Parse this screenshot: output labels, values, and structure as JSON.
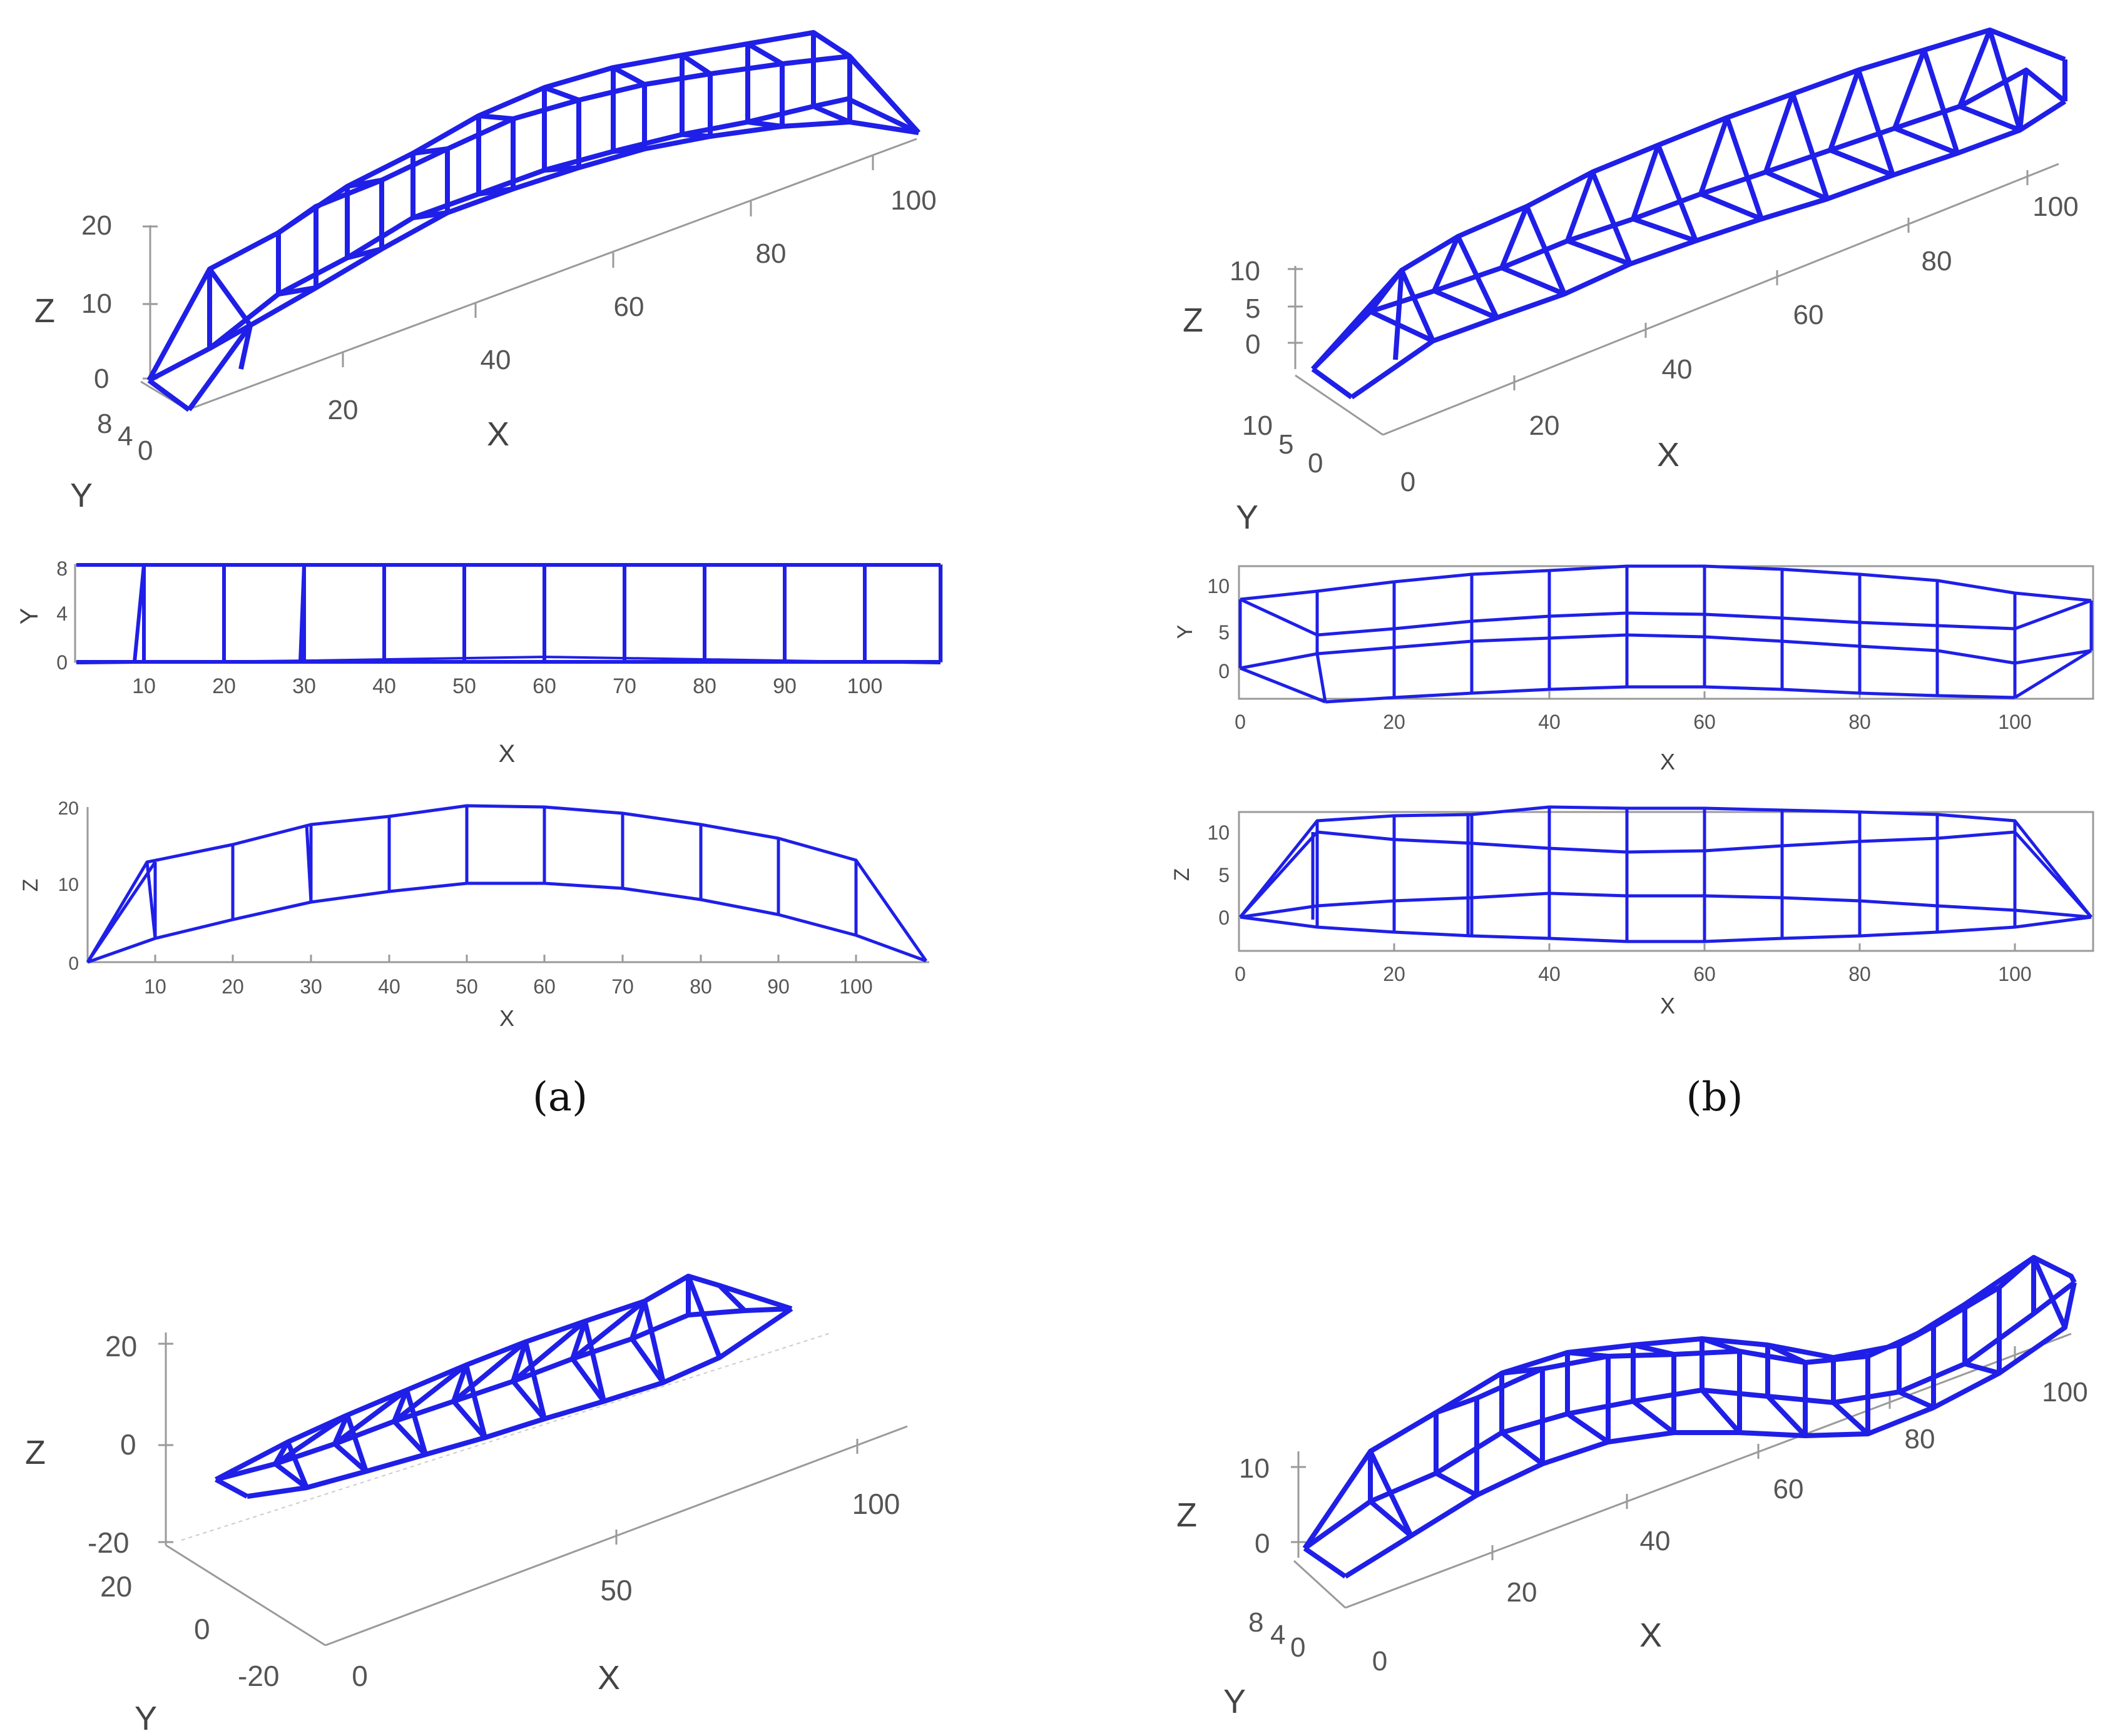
{
  "figure": {
    "line_color": "#1f1fe8",
    "axis_color": "#9a9a9a",
    "captions": [
      "(a)",
      "(b)"
    ]
  },
  "panels": [
    {
      "id": "a-3d",
      "view": "3d",
      "axis_labels": {
        "x": "X",
        "y": "Y",
        "z": "Z"
      },
      "x_ticks": [
        "20",
        "40",
        "60",
        "80",
        "100"
      ],
      "y_ticks": [
        "8",
        "4",
        "0"
      ],
      "z_ticks": [
        "0",
        "10",
        "20"
      ]
    },
    {
      "id": "a-xy",
      "view": "2d",
      "xlabel": "X",
      "ylabel": "Y",
      "x_ticks": [
        "10",
        "20",
        "30",
        "40",
        "50",
        "60",
        "70",
        "80",
        "90",
        "100"
      ],
      "y_ticks": [
        "0",
        "4",
        "8"
      ]
    },
    {
      "id": "a-xz",
      "view": "2d",
      "xlabel": "X",
      "ylabel": "Z",
      "x_ticks": [
        "10",
        "20",
        "30",
        "40",
        "50",
        "60",
        "70",
        "80",
        "90",
        "100"
      ],
      "y_ticks": [
        "0",
        "10",
        "20"
      ]
    },
    {
      "id": "b-3d",
      "view": "3d",
      "axis_labels": {
        "x": "X",
        "y": "Y",
        "z": "Z"
      },
      "x_ticks": [
        "0",
        "20",
        "40",
        "60",
        "80",
        "100"
      ],
      "y_ticks": [
        "10",
        "5",
        "0"
      ],
      "z_ticks": [
        "0",
        "5",
        "10"
      ]
    },
    {
      "id": "b-xy",
      "view": "2d",
      "xlabel": "X",
      "ylabel": "Y",
      "x_ticks": [
        "0",
        "20",
        "40",
        "60",
        "80",
        "100"
      ],
      "y_ticks": [
        "0",
        "5",
        "10"
      ]
    },
    {
      "id": "b-xz",
      "view": "2d",
      "xlabel": "X",
      "ylabel": "Z",
      "x_ticks": [
        "0",
        "20",
        "40",
        "60",
        "80",
        "100"
      ],
      "y_ticks": [
        "0",
        "5",
        "10"
      ]
    },
    {
      "id": "c-3d",
      "view": "3d",
      "axis_labels": {
        "x": "X",
        "y": "Y",
        "z": "Z"
      },
      "x_ticks": [
        "0",
        "50",
        "100"
      ],
      "y_ticks": [
        "20",
        "0",
        "-20"
      ],
      "z_ticks": [
        "-20",
        "0",
        "20"
      ]
    },
    {
      "id": "d-3d",
      "view": "3d",
      "axis_labels": {
        "x": "X",
        "y": "Y",
        "z": "Z"
      },
      "x_ticks": [
        "0",
        "20",
        "40",
        "60",
        "80",
        "100"
      ],
      "y_ticks": [
        "8",
        "4",
        "0"
      ],
      "z_ticks": [
        "0",
        "10"
      ]
    }
  ]
}
